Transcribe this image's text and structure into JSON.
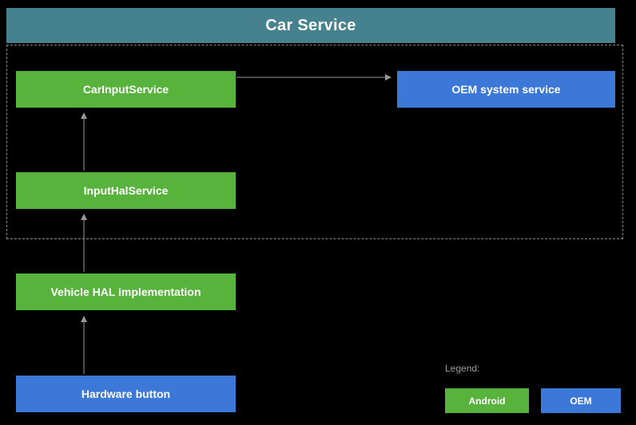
{
  "diagram": {
    "title": "Car Service",
    "colors": {
      "header": "#45818e",
      "android": "#57b33c",
      "oem": "#3c78d8",
      "background": "#000000",
      "arrow": "#999999",
      "boundary_border": "#8a8a8a"
    },
    "nodes": [
      {
        "id": "car-input-service",
        "label": "CarInputService",
        "type": "android",
        "color": "#57b33c"
      },
      {
        "id": "oem-system-service",
        "label": "OEM system service",
        "type": "oem",
        "color": "#3c78d8"
      },
      {
        "id": "input-hal-service",
        "label": "InputHalService",
        "type": "android",
        "color": "#57b33c"
      },
      {
        "id": "vehicle-hal-implementation",
        "label": "Vehicle HAL implementation",
        "type": "android",
        "color": "#57b33c"
      },
      {
        "id": "hardware-button",
        "label": "Hardware button",
        "type": "oem",
        "color": "#3c78d8"
      }
    ],
    "edges": [
      {
        "from": "CarInputService",
        "to": "OEM system service",
        "direction": "right"
      },
      {
        "from": "InputHalService",
        "to": "CarInputService",
        "direction": "up"
      },
      {
        "from": "Vehicle HAL implementation",
        "to": "InputHalService",
        "direction": "up"
      },
      {
        "from": "Hardware button",
        "to": "Vehicle HAL implementation",
        "direction": "up"
      }
    ],
    "legend": {
      "label": "Legend:",
      "items": [
        {
          "label": "Android",
          "color": "#57b33c"
        },
        {
          "label": "OEM",
          "color": "#3c78d8"
        }
      ]
    }
  }
}
